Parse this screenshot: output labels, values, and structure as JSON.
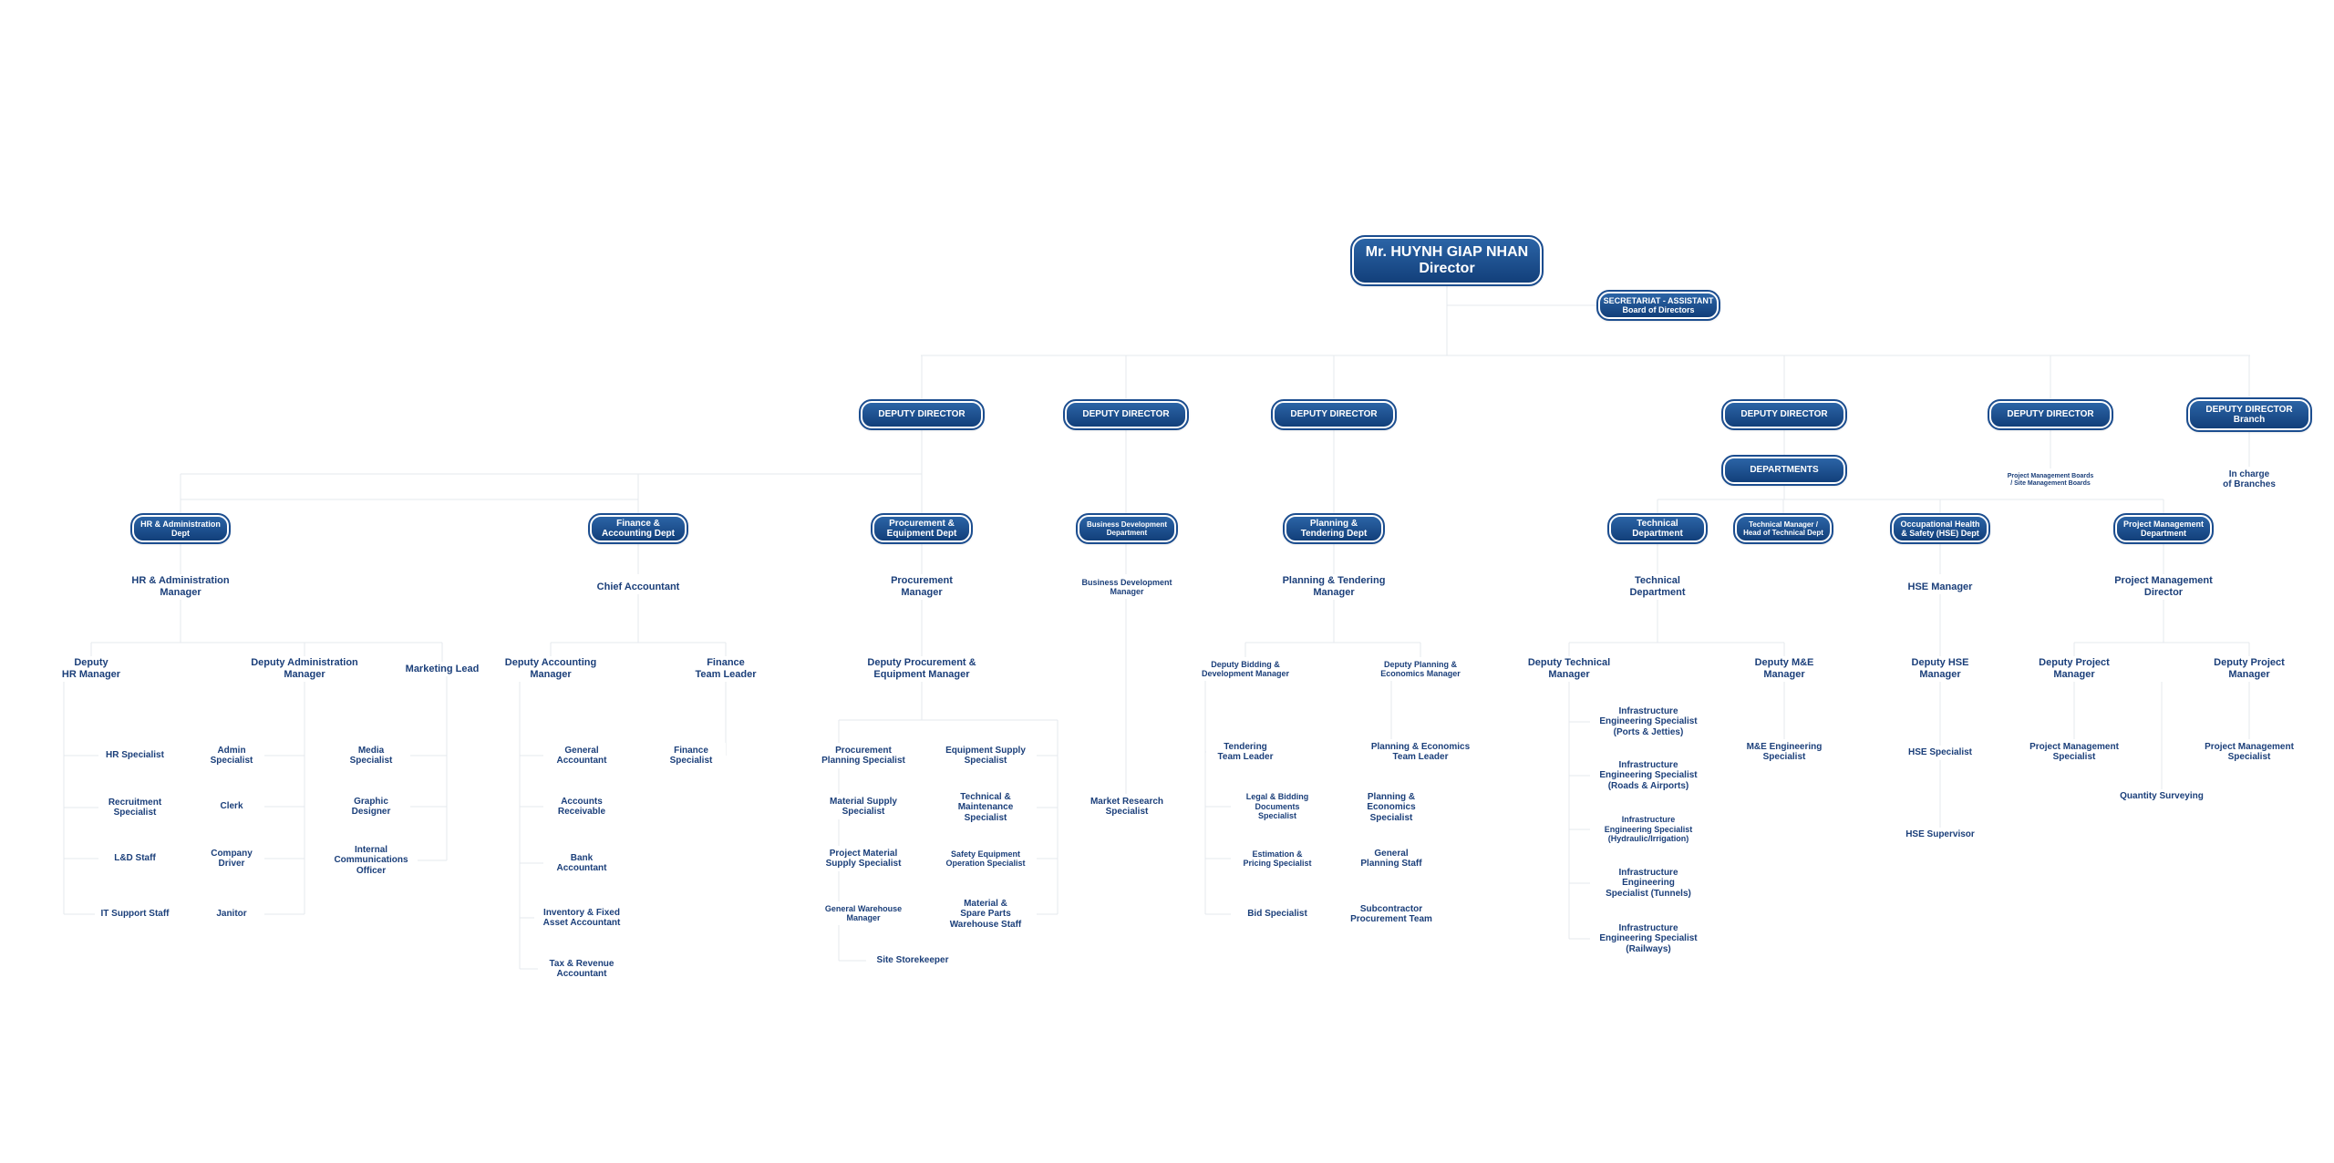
{
  "director": {
    "name": "Mr. HUYNH GIAP NHAN",
    "title": "Director"
  },
  "secretariat": "SECRETARIAT - ASSISTANT\nBoard of Directors",
  "deputies": [
    "DEPUTY DIRECTOR",
    "DEPUTY DIRECTOR",
    "DEPUTY DIRECTOR",
    "DEPUTY DIRECTOR",
    "DEPUTY DIRECTOR",
    "DEPUTY DIRECTOR\nBranch"
  ],
  "departments_box": "DEPARTMENTS",
  "pm_boards_note": "Project Management Boards\n/ Site Management Boards",
  "branches_note": "In charge\nof Branches",
  "depts": [
    "HR & Administration\nDept",
    "Finance &\nAccounting Dept",
    "Procurement &\nEquipment Dept",
    "Business Development\nDepartment",
    "Planning &\nTendering Dept",
    "Technical\nDepartment",
    "Technical Manager /\nHead of Technical Dept",
    "Occupational Health\n& Safety (HSE) Dept",
    "Project Management\nDepartment"
  ],
  "heads": [
    "HR & Administration\nManager",
    "Chief Accountant",
    "Procurement\nManager",
    "Business Development\nManager",
    "Planning & Tendering\nManager",
    "Technical\nDepartment",
    "HSE Manager",
    "Project Management\nDirector"
  ],
  "hr": {
    "deputy_hr": "Deputy\nHR Manager",
    "deputy_admin": "Deputy Administration\nManager",
    "marketing_lead": "Marketing Lead",
    "hr_staff": [
      "HR Specialist",
      "Recruitment\nSpecialist",
      "L&D Staff",
      "IT Support Staff"
    ],
    "admin_staff": [
      "Admin\nSpecialist",
      "Clerk",
      "Company\nDriver",
      "Janitor"
    ],
    "marketing_staff": [
      "Media\nSpecialist",
      "Graphic\nDesigner",
      "Internal\nCommunications\nOfficer"
    ]
  },
  "finance": {
    "deputy": "Deputy Accounting\nManager",
    "team_leader": "Finance\nTeam Leader",
    "accounting_staff": [
      "General\nAccountant",
      "Accounts\nReceivable",
      "Bank\nAccountant",
      "Inventory & Fixed\nAsset Accountant",
      "Tax & Revenue\nAccountant"
    ],
    "finance_staff": [
      "Finance\nSpecialist"
    ]
  },
  "procurement": {
    "deputy": "Deputy Procurement &\nEquipment Manager",
    "left_staff": [
      "Procurement\nPlanning Specialist",
      "Material Supply\nSpecialist",
      "Project Material\nSupply Specialist",
      "General Warehouse\nManager"
    ],
    "right_staff": [
      "Equipment Supply\nSpecialist",
      "Technical &\nMaintenance\nSpecialist",
      "Safety Equipment\nOperation Specialist",
      "Material &\nSpare Parts\nWarehouse Staff"
    ],
    "storekeeper": "Site Storekeeper"
  },
  "bizdev": {
    "staff": [
      "Market Research\nSpecialist"
    ]
  },
  "planning": {
    "deputy_bidding": "Deputy Bidding &\nDevelopment Manager",
    "deputy_planning": "Deputy Planning &\nEconomics Manager",
    "bidding_staff": [
      "Tendering\nTeam Leader",
      "Legal & Bidding\nDocuments\nSpecialist",
      "Estimation &\nPricing Specialist",
      "Bid Specialist"
    ],
    "planning_staff": [
      "Planning & Economics\nTeam Leader",
      "Planning &\nEconomics\nSpecialist",
      "General\nPlanning Staff",
      "Subcontractor\nProcurement Team"
    ]
  },
  "technical": {
    "deputy_tech": "Deputy Technical\nManager",
    "deputy_me": "Deputy M&E\nManager",
    "infra_staff": [
      "Infrastructure\nEngineering Specialist\n(Ports & Jetties)",
      "Infrastructure\nEngineering Specialist\n(Roads & Airports)",
      "Infrastructure\nEngineering Specialist\n(Hydraulic/Irrigation)",
      "Infrastructure\nEngineering\nSpecialist (Tunnels)",
      "Infrastructure\nEngineering Specialist\n(Railways)"
    ],
    "me_staff": [
      "M&E Engineering\nSpecialist"
    ]
  },
  "hse": {
    "deputy": "Deputy HSE\nManager",
    "staff": [
      "HSE Specialist",
      "HSE Supervisor"
    ]
  },
  "pm": {
    "deputy1": "Deputy Project\nManager",
    "deputy2": "Deputy Project\nManager",
    "staff1": [
      "Project Management\nSpecialist"
    ],
    "staff2": [
      "Project Management\nSpecialist"
    ],
    "quantity_surveying": "Quantity Surveying"
  },
  "colors": {
    "box_top": "#2b64a6",
    "box_bottom": "#123f7a",
    "label_text": "#1b3f7a",
    "connector": "#e4e8ee"
  }
}
